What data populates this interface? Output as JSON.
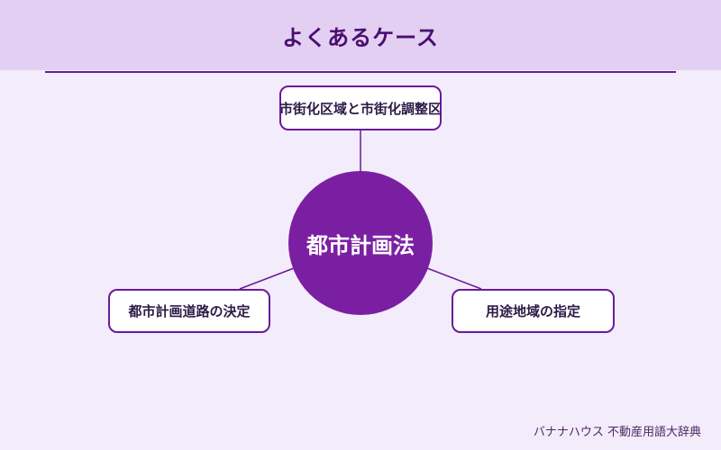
{
  "header": {
    "title": "よくあるケース"
  },
  "diagram": {
    "center": {
      "label": "都市計画法"
    },
    "nodes": [
      {
        "label": "市街化区域と市街化調整区"
      },
      {
        "label": "都市計画道路の決定"
      },
      {
        "label": "用途地域の指定"
      }
    ]
  },
  "footer": {
    "credit": "バナナハウス 不動産用語大辞典"
  },
  "colors": {
    "header_background": "#e3cff1",
    "page_background": "#f3ecfb",
    "accent": "#7b1fa2",
    "line": "#6a1b9a",
    "title_text": "#4a0d73"
  }
}
